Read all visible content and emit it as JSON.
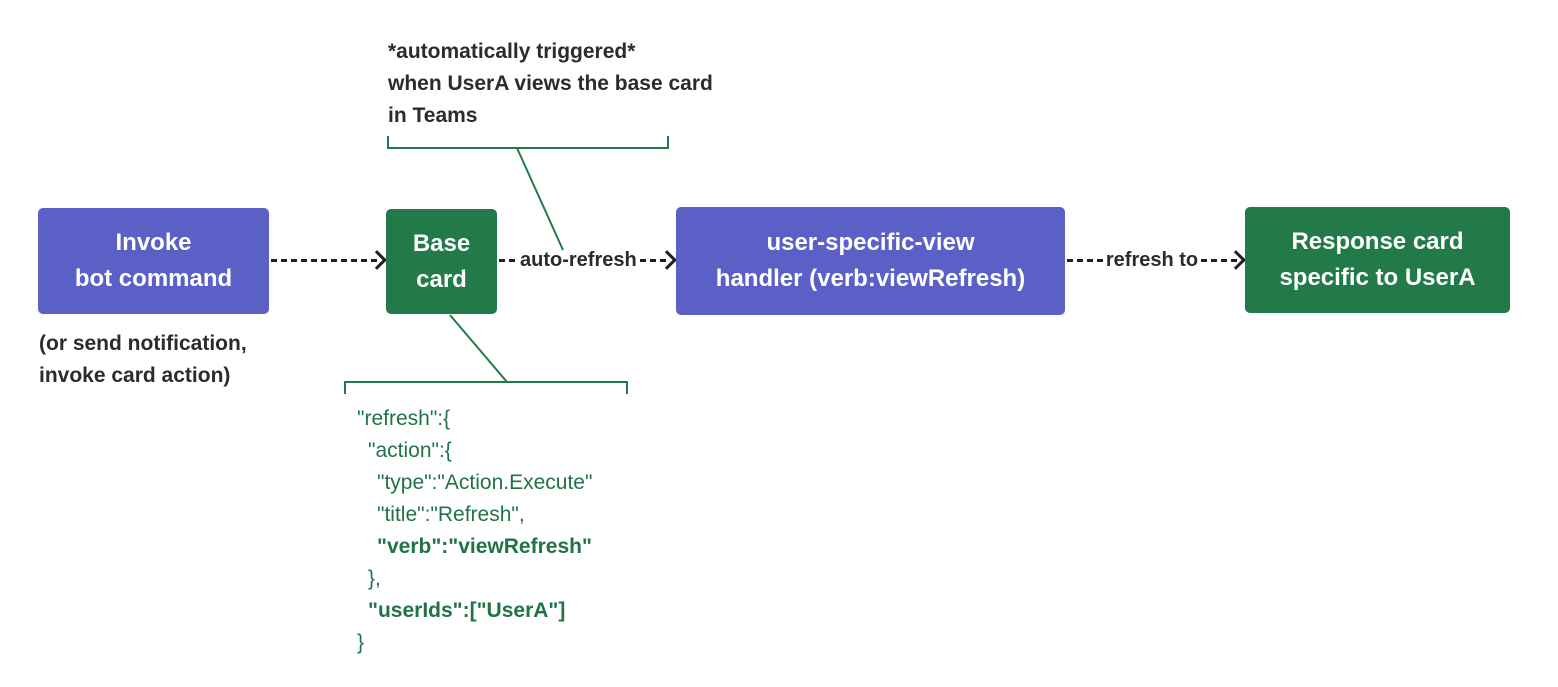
{
  "colors": {
    "purple": "#5b60c7",
    "green_box": "#217a48",
    "green_line": "#217a48",
    "green_code": "#217346",
    "ink": "#2b2b2b",
    "arrow_ink": "#1f1f1f"
  },
  "annotations": {
    "auto_trigger": {
      "lines": [
        "*automatically triggered*",
        "when UserA views the base card",
        "in Teams"
      ]
    },
    "invoke_alternatives": {
      "lines": [
        "(or send notification,",
        "invoke card action)"
      ]
    }
  },
  "nodes": {
    "invoke": {
      "lines": [
        "Invoke",
        "bot command"
      ]
    },
    "base_card": {
      "lines": [
        "Base",
        "card"
      ]
    },
    "handler": {
      "lines": [
        "user-specific-view",
        "handler (verb:viewRefresh)"
      ]
    },
    "response": {
      "lines": [
        "Response card",
        "specific to UserA"
      ]
    }
  },
  "arrows": {
    "base_to_handler_label": "auto-refresh",
    "handler_to_response_label": "refresh to"
  },
  "code": {
    "lines": [
      {
        "text": "\"refresh\":{",
        "weight": "normal",
        "indent": "0"
      },
      {
        "text": "\"action\":{",
        "weight": "normal",
        "indent": "1"
      },
      {
        "text": "\"type\":\"Action.Execute\"",
        "weight": "normal",
        "indent": "2"
      },
      {
        "text": "\"title\":\"Refresh\",",
        "weight": "normal",
        "indent": "2"
      },
      {
        "text": "\"verb\":\"viewRefresh\"",
        "weight": "bold",
        "indent": "2"
      },
      {
        "text": "},",
        "weight": "normal",
        "indent": "1"
      },
      {
        "text": "\"userIds\":[\"UserA\"]",
        "weight": "bold",
        "indent": "1"
      },
      {
        "text": "}",
        "weight": "normal",
        "indent": "0"
      }
    ]
  }
}
